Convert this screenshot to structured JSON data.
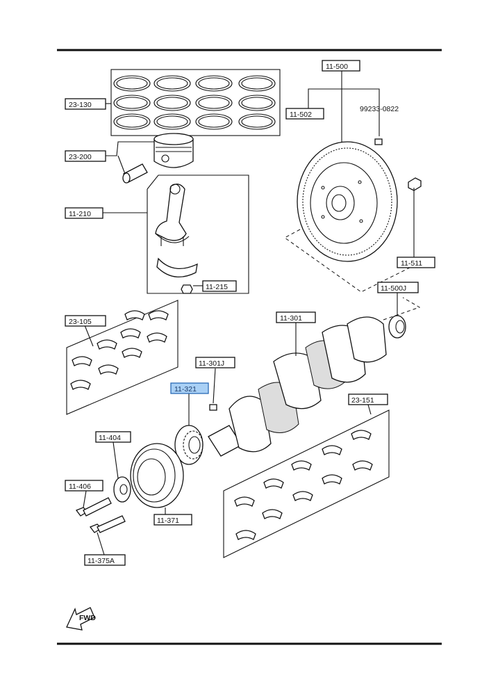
{
  "labels": {
    "rings": "23-130",
    "piston": "23-200",
    "conrod": "11-210",
    "nut": "11-215",
    "conrod_bearings": "23-105",
    "flywheel": "11-500",
    "flywheel_dowel": "11-502",
    "flywheel_pin": "99233-0822",
    "flywheel_bolt": "11-511",
    "pilot_bearing": "11-500J",
    "crankshaft": "11-301",
    "key": "11-301J",
    "timing_gear": "11-321",
    "main_bearings": "23-151",
    "washer": "11-404",
    "bolt": "11-406",
    "pulley": "11-371",
    "pulley_bolt": "11-375A"
  },
  "fwd": "FWD",
  "colors": {
    "highlight_fill": "#a9d0f5",
    "highlight_stroke": "#2a6ab5",
    "line": "#111111"
  }
}
